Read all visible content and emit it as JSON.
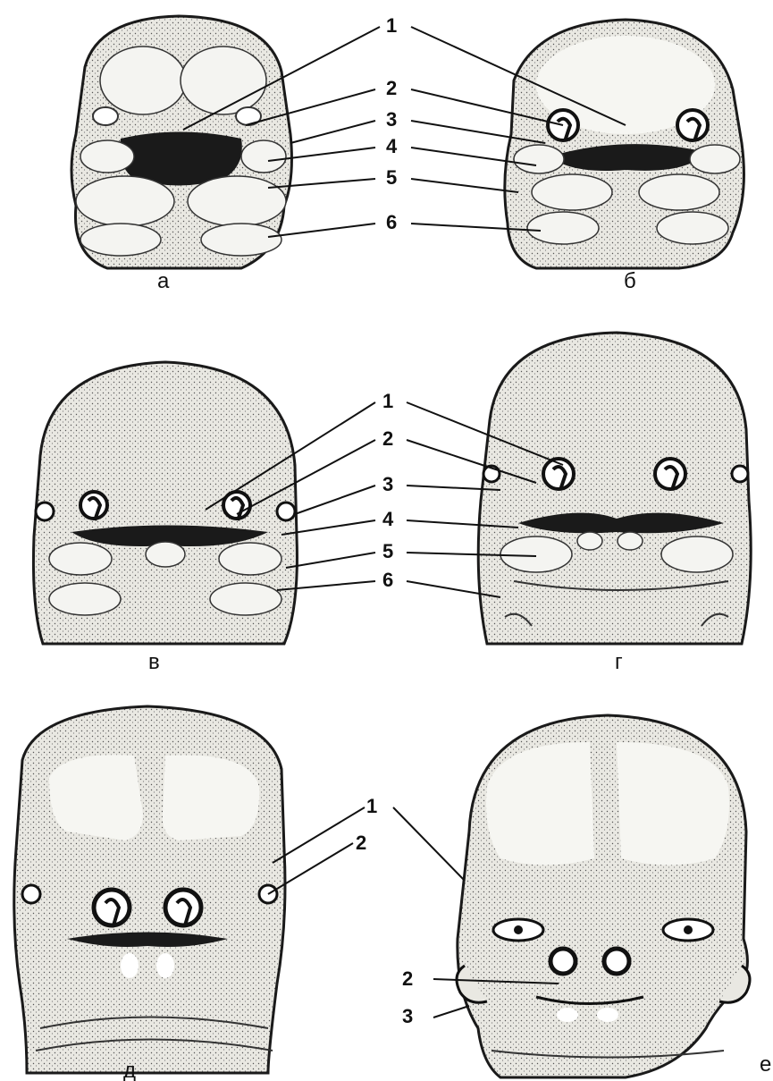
{
  "panels": [
    {
      "letter": "а",
      "numbers": [
        "1",
        "2",
        "3",
        "4",
        "5",
        "6"
      ]
    },
    {
      "letter": "б",
      "numbers": []
    },
    {
      "letter": "в",
      "numbers": [
        "1",
        "2",
        "3",
        "4",
        "5",
        "6"
      ]
    },
    {
      "letter": "г",
      "numbers": []
    },
    {
      "letter": "д",
      "numbers": [
        "1",
        "2"
      ]
    },
    {
      "letter": "е",
      "numbers": [
        "2",
        "3"
      ]
    }
  ],
  "colors": {
    "ink": "#1a1a1a",
    "skin": "#e9e8e2",
    "skin_dark": "#cfcdc5",
    "paper": "#ffffff"
  }
}
